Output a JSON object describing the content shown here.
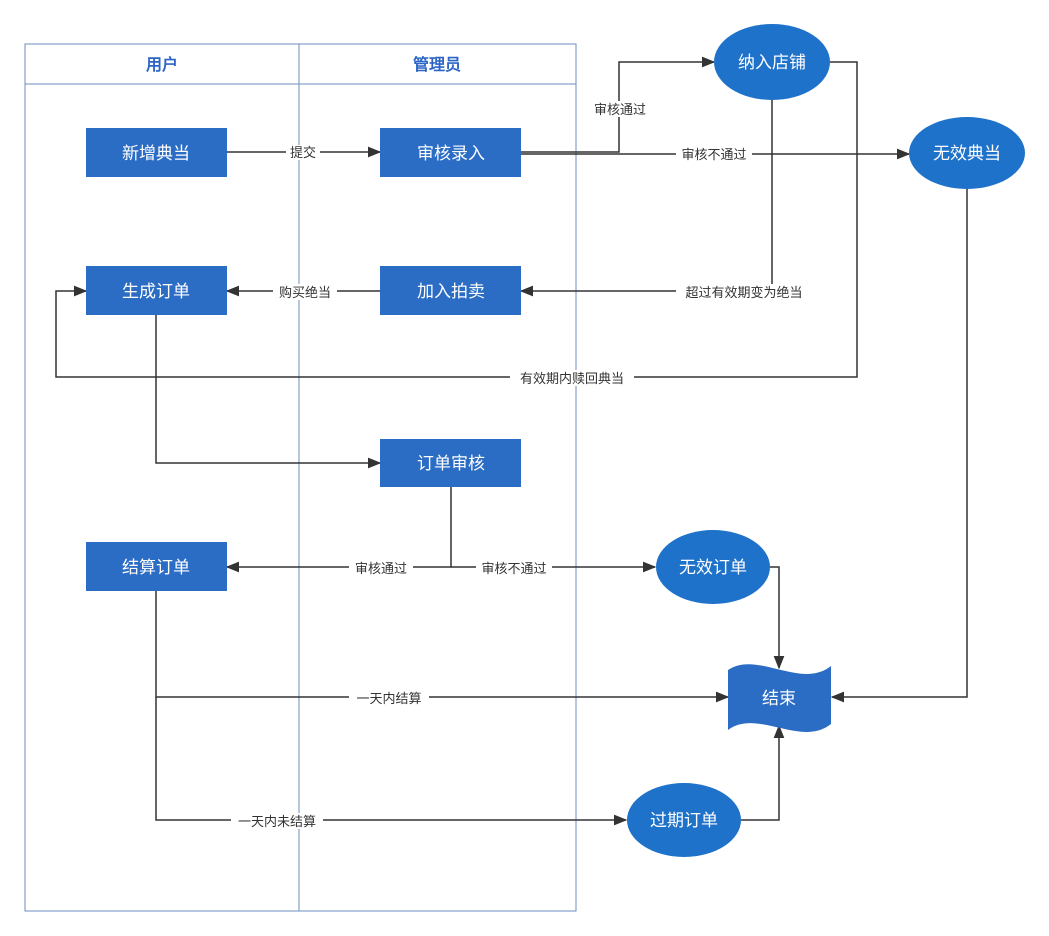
{
  "lanes": {
    "user": "用户",
    "admin": "管理员"
  },
  "nodes": {
    "new_pawn": "新增典当",
    "review_entry": "审核录入",
    "store": "纳入店铺",
    "invalid_pawn": "无效典当",
    "create_order": "生成订单",
    "auction": "加入拍卖",
    "order_review": "订单审核",
    "settle_order": "结算订单",
    "invalid_order": "无效订单",
    "end": "结束",
    "expired_order": "过期订单"
  },
  "edges": {
    "submit": "提交",
    "review_pass_1": "审核通过",
    "review_fail_1": "审核不通过",
    "expired_forfeit": "超过有效期变为绝当",
    "buy_forfeit": "购买绝当",
    "redeem": "有效期内赎回典当",
    "review_pass_2": "审核通过",
    "review_fail_2": "审核不通过",
    "settle_in_day": "一天内结算",
    "not_settled_in_day": "一天内未结算"
  }
}
